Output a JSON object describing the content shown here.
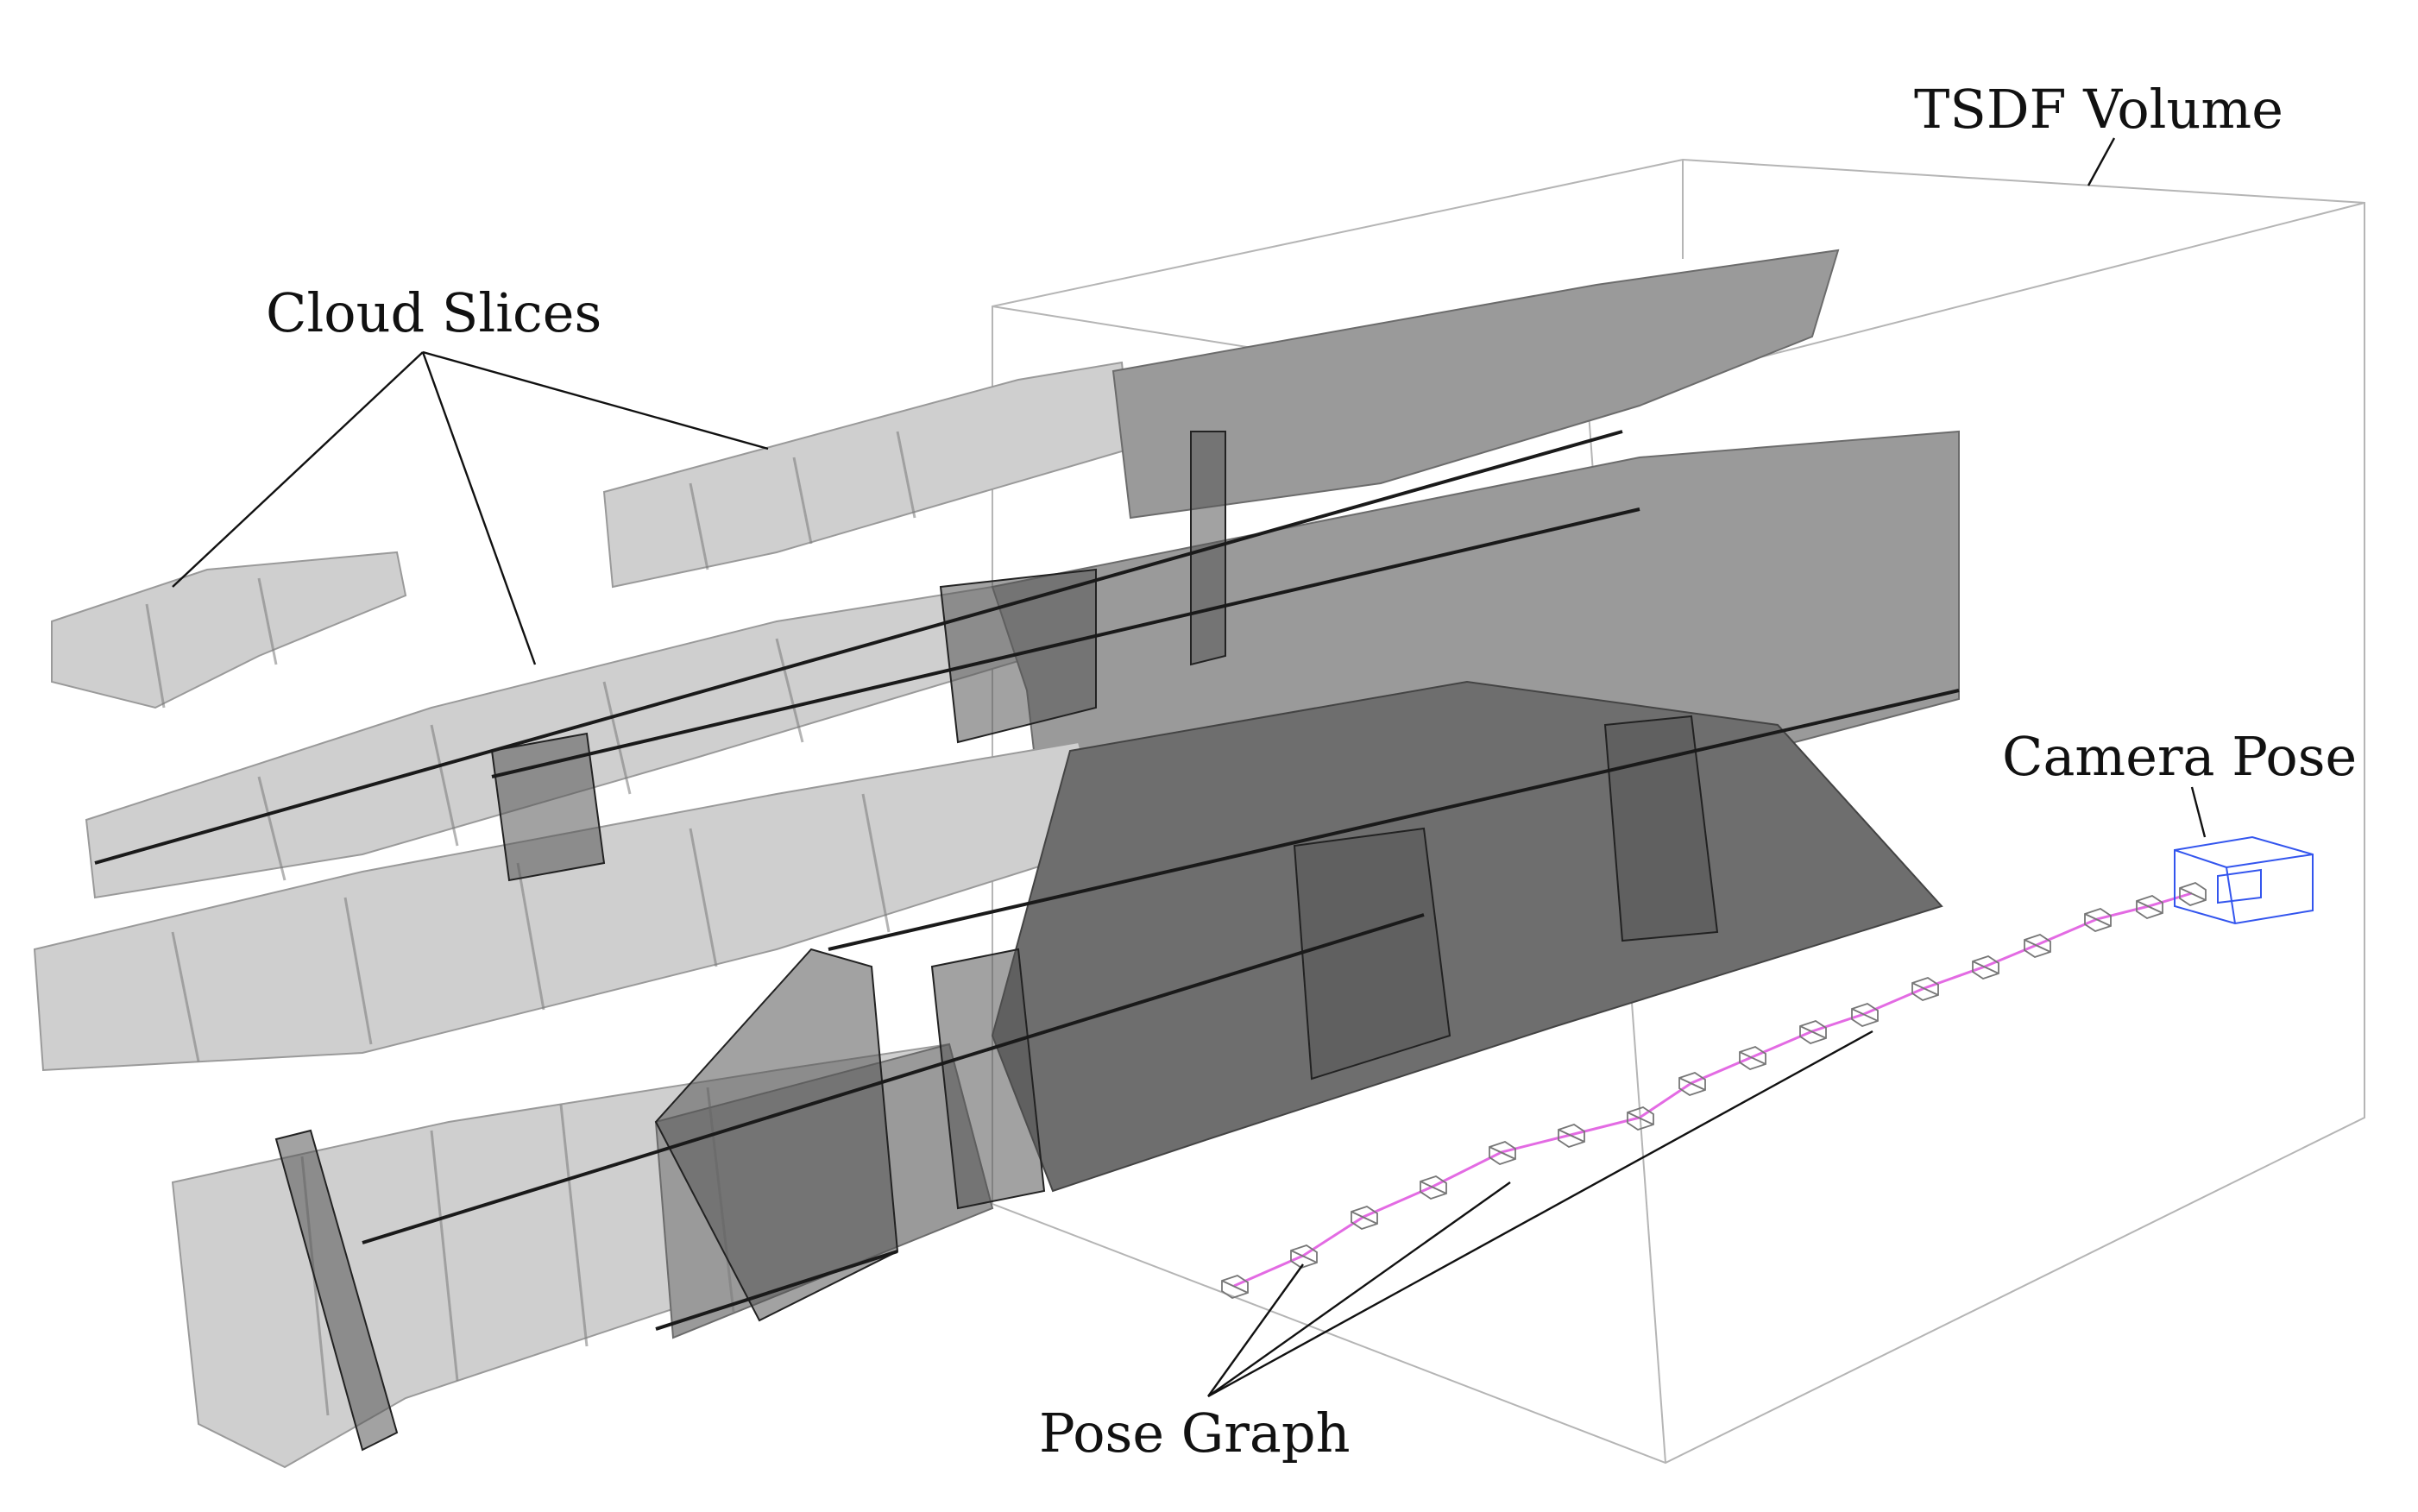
{
  "labels": {
    "tsdf_volume": "TSDF Volume",
    "cloud_slices": "Cloud Slices",
    "camera_pose": "Camera Pose",
    "pose_graph": "Pose Graph"
  },
  "colors": {
    "pose_graph_edge": "#e36be3",
    "camera_frustum": "#3355ee",
    "volume_outline": "#b5b5b5",
    "leader_lines": "#111111"
  }
}
